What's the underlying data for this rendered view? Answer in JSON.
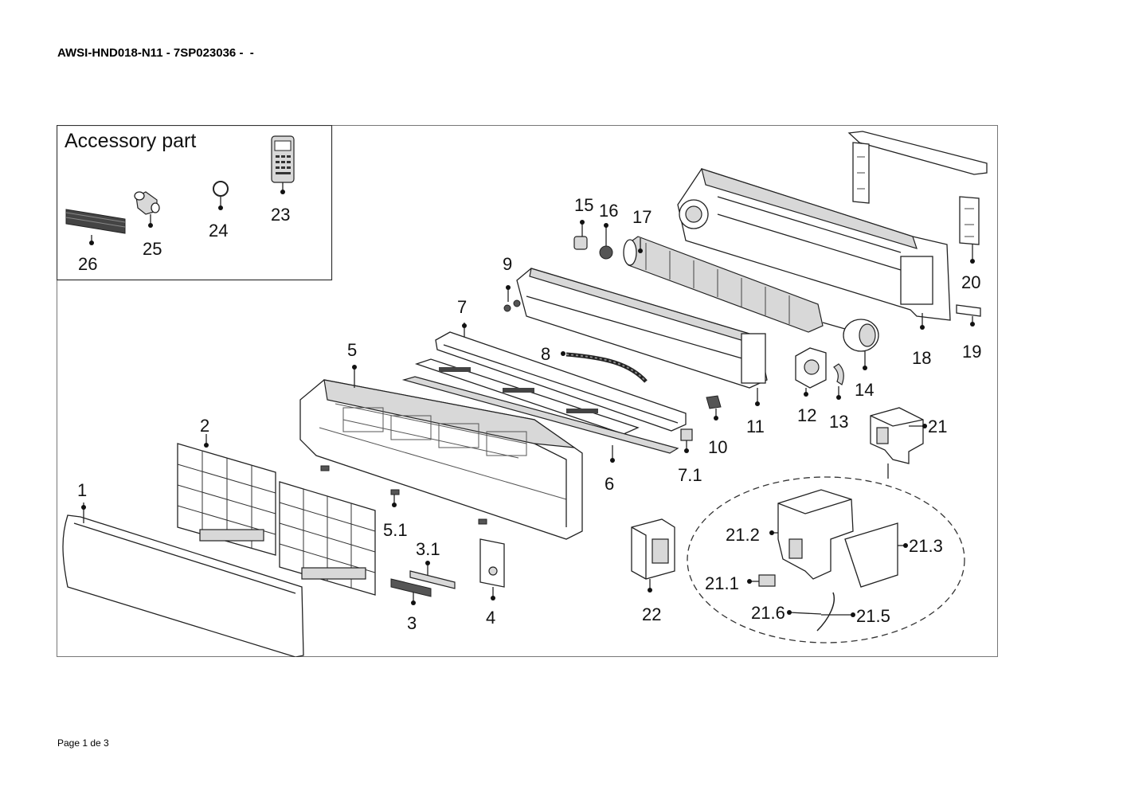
{
  "header": {
    "title": "AWSI-HND018-N11 - 7SP023036 -  -"
  },
  "footer": {
    "page": "Page 1 de 3"
  },
  "diagram": {
    "accessory_title": "Accessory part",
    "labels": {
      "p1": "1",
      "p2": "2",
      "p3": "3",
      "p3_1": "3.1",
      "p4": "4",
      "p5": "5",
      "p5_1": "5.1",
      "p6": "6",
      "p7": "7",
      "p7_1": "7.1",
      "p8": "8",
      "p9": "9",
      "p10": "10",
      "p11": "11",
      "p12": "12",
      "p13": "13",
      "p14": "14",
      "p15": "15",
      "p16": "16",
      "p17": "17",
      "p18": "18",
      "p19": "19",
      "p20": "20",
      "p21": "21",
      "p21_1": "21.1",
      "p21_2": "21.2",
      "p21_3": "21.3",
      "p21_5": "21.5",
      "p21_6": "21.6",
      "p22": "22",
      "p23": "23",
      "p24": "24",
      "p25": "25",
      "p26": "26"
    }
  }
}
